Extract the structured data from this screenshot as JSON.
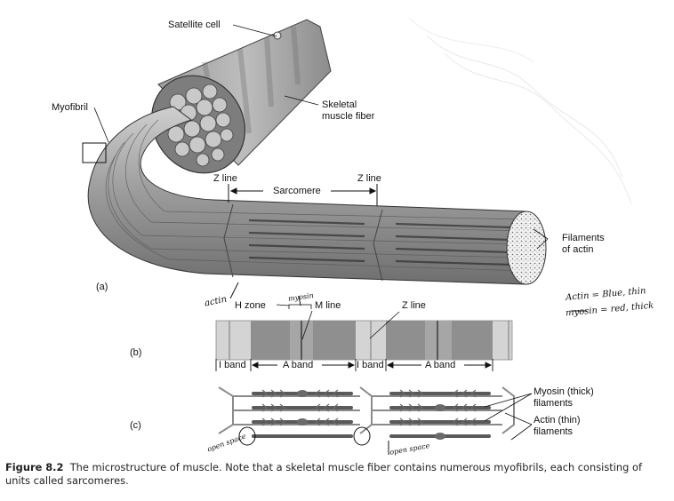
{
  "labels": {
    "satellite_cell": "Satellite cell",
    "myofibril": "Myofibril",
    "skeletal_fiber_1": "Skeletal",
    "skeletal_fiber_2": "muscle fiber",
    "z_line": "Z line",
    "sarcomere": "Sarcomere",
    "filaments_actin_1": "Filaments",
    "filaments_actin_2": "of actin",
    "panel_a": "(a)",
    "panel_b": "(b)",
    "panel_c": "(c)",
    "h_zone": "H zone",
    "m_line": "M line",
    "i_band": "I band",
    "a_band": "A band",
    "myosin_1": "Myosin (thick)",
    "myosin_2": "filaments",
    "actin_1": "Actin (thin)",
    "actin_2": "filaments"
  },
  "annotations": {
    "actin": "actin",
    "myosin": "myosin",
    "note_line1": "Actin = Blue, thin",
    "note_line2": "myosin = red, thick",
    "open_space": "open space"
  },
  "caption": {
    "figure": "Figure 8.2",
    "text": "The microstructure of muscle. Note that a skeletal muscle fiber contains numerous myofibrils, each consisting of units called sarcomeres."
  }
}
